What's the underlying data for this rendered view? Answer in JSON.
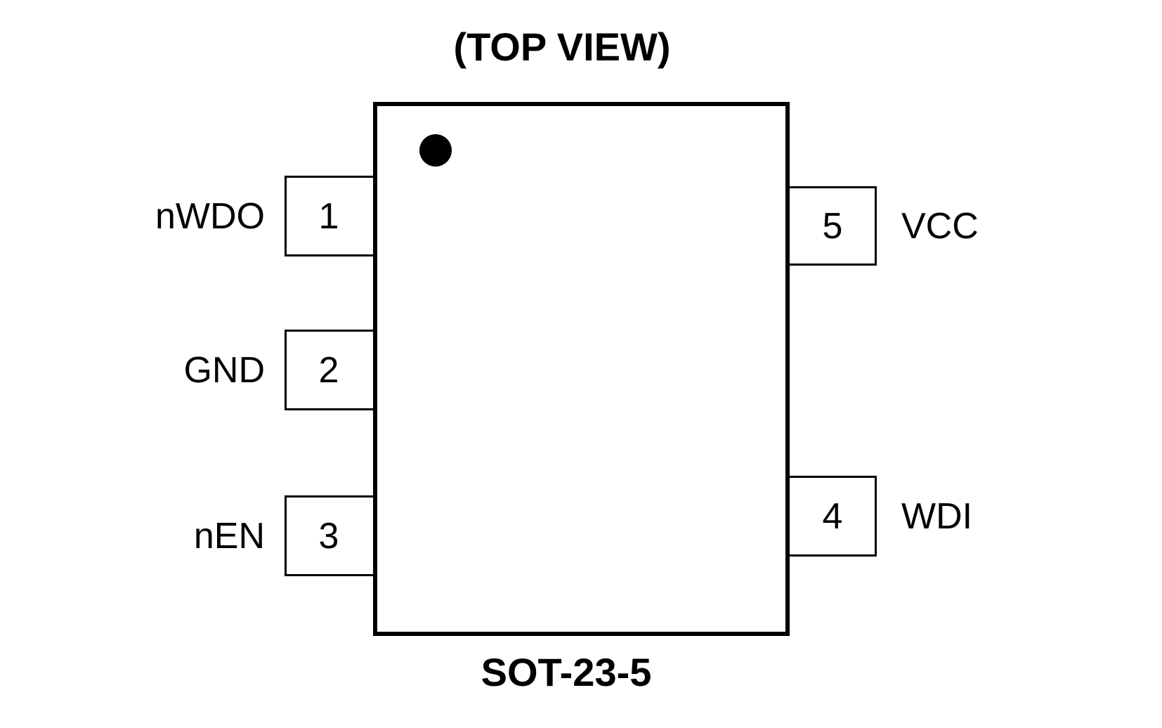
{
  "figure": {
    "title": "(TOP VIEW)",
    "package_label": "SOT-23-5",
    "pin1_marker": "pin1-dot-icon",
    "colors": {
      "line": "#000000",
      "background": "#ffffff",
      "text": "#000000"
    },
    "pins": [
      {
        "number": "1",
        "name": "nWDO",
        "side": "left"
      },
      {
        "number": "2",
        "name": "GND",
        "side": "left"
      },
      {
        "number": "3",
        "name": "nEN",
        "side": "left"
      },
      {
        "number": "4",
        "name": "WDI",
        "side": "right"
      },
      {
        "number": "5",
        "name": "VCC",
        "side": "right"
      }
    ]
  }
}
